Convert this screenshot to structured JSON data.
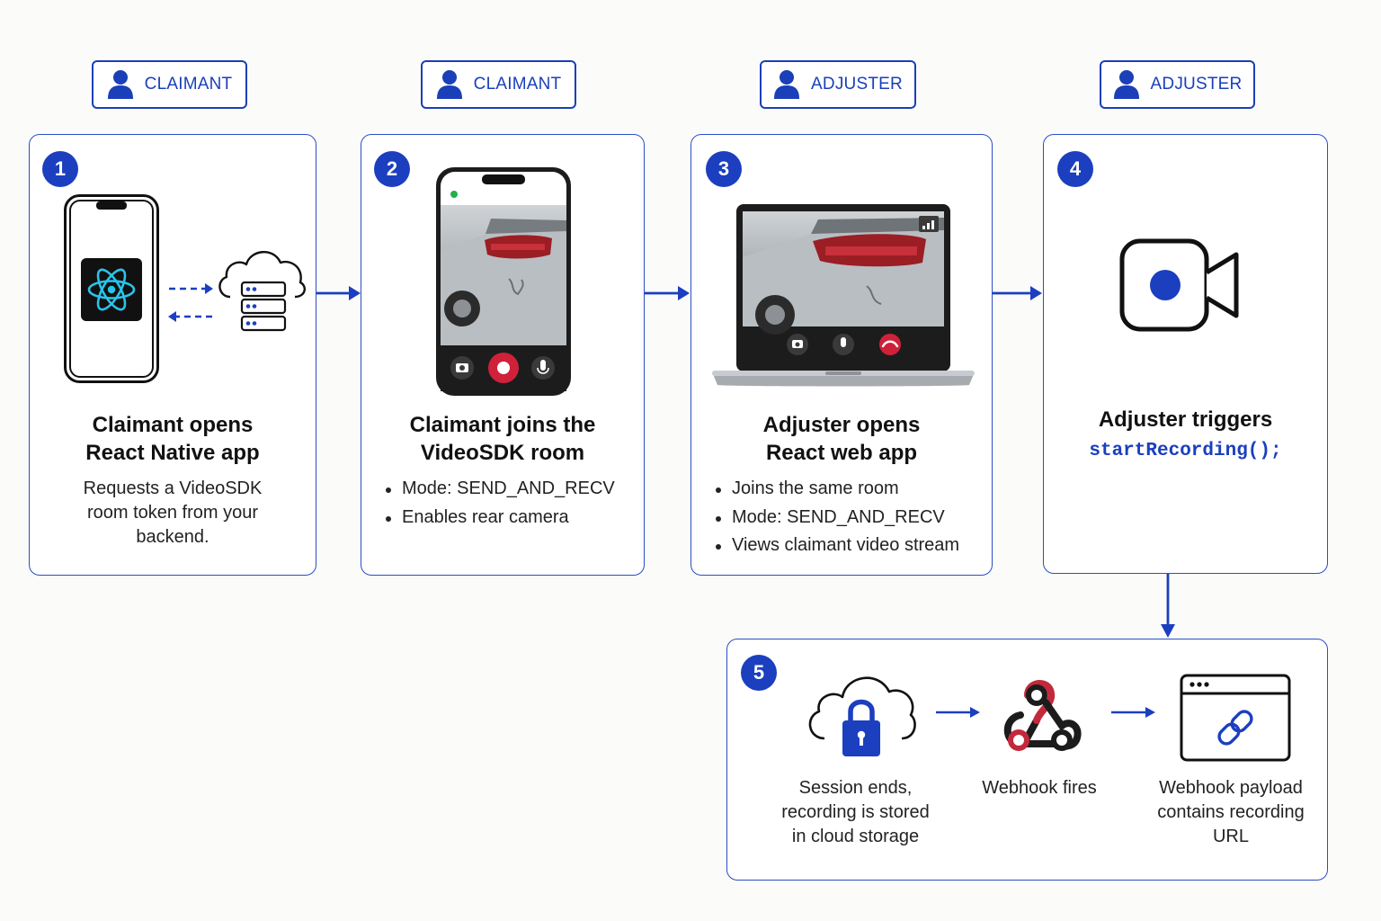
{
  "roles": [
    "CLAIMANT",
    "CLAIMANT",
    "ADJUSTER",
    "ADJUSTER"
  ],
  "icons": {
    "role": "person-icon",
    "step1": [
      "smartphone-icon",
      "react-logo-icon",
      "cloud-server-icon"
    ],
    "step2": [
      "smartphone-icon",
      "camera-icon",
      "record-icon",
      "microphone-icon"
    ],
    "step3": [
      "laptop-icon",
      "camera-icon",
      "microphone-icon",
      "hang-up-icon",
      "signal-icon"
    ],
    "step4": [
      "video-camera-icon"
    ],
    "step5": [
      "cloud-lock-icon",
      "webhook-icon",
      "browser-link-icon"
    ]
  },
  "colors": {
    "accent": "#1b3fbf",
    "record": "#d0213a",
    "react": "#29c4ea"
  },
  "steps": [
    {
      "num": "1",
      "title_line1": "Claimant opens",
      "title_line2": "React Native app",
      "desc": [
        "Requests a VideoSDK",
        "room token from your",
        "backend."
      ]
    },
    {
      "num": "2",
      "title_line1": "Claimant joins the",
      "title_line2": "VideoSDK room",
      "bullets": [
        "Mode: SEND_AND_RECV",
        "Enables rear camera"
      ]
    },
    {
      "num": "3",
      "title_line1": "Adjuster opens",
      "title_line2": "React web app",
      "bullets": [
        "Joins the same room",
        "Mode: SEND_AND_RECV",
        "Views claimant video stream"
      ]
    },
    {
      "num": "4",
      "title_line1": "Adjuster triggers",
      "code": "startRecording();"
    },
    {
      "num": "5",
      "items": [
        {
          "caption": [
            "Session ends,",
            "recording is stored",
            "in cloud storage"
          ]
        },
        {
          "caption": [
            "Webhook fires"
          ]
        },
        {
          "caption": [
            "Webhook payload",
            "contains recording",
            "URL"
          ]
        }
      ]
    }
  ]
}
